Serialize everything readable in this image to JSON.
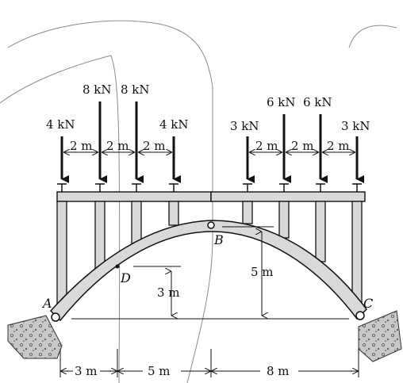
{
  "loads": [
    {
      "id": "load-1",
      "value": "4 kN"
    },
    {
      "id": "load-2",
      "value": "8 kN"
    },
    {
      "id": "load-3",
      "value": "8 kN"
    },
    {
      "id": "load-4",
      "value": "4 kN"
    },
    {
      "id": "load-5",
      "value": "3 kN"
    },
    {
      "id": "load-6",
      "value": "6 kN"
    },
    {
      "id": "load-7",
      "value": "6 kN"
    },
    {
      "id": "load-8",
      "value": "3 kN"
    }
  ],
  "spacings": [
    "2 m",
    "2 m",
    "2 m",
    "2 m",
    "2 m",
    "2 m"
  ],
  "points": {
    "A": "A",
    "B": "B",
    "C": "C",
    "D": "D"
  },
  "dimensions": {
    "rise_B": "5 m",
    "rise_D": "3 m",
    "span_a": "3 m",
    "span_b": "5 m",
    "span_c": "8 m"
  },
  "colors": {
    "member_fill": "#d9d9d9",
    "ink": "#111111",
    "ground": "#bfbfbf"
  }
}
